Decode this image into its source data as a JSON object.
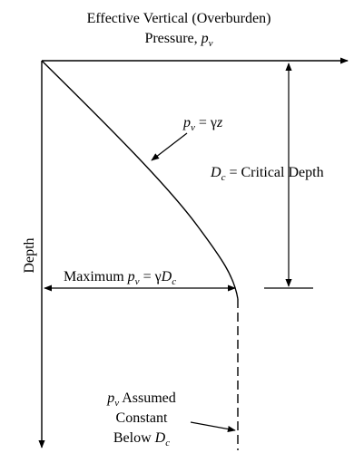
{
  "title": {
    "line1": "Effective Vertical (Overburden)",
    "line2_text": "Pressure, ",
    "symbol": "p",
    "symbol_sub": "v"
  },
  "axis": {
    "depth_label": "Depth"
  },
  "curve_label": {
    "lhs": "p",
    "lhs_sub": "v",
    "equals": " = ",
    "rhs_gamma": "γ",
    "rhs_z": "z"
  },
  "critical_depth_label": {
    "symbol": "D",
    "symbol_sub": "c",
    "text": " = Critical Depth"
  },
  "max_label": {
    "prefix": "Maximum ",
    "symbol": "p",
    "symbol_sub": "v",
    "equals": " = ",
    "gamma": "γ",
    "d": "D",
    "d_sub": "c"
  },
  "assumed_label": {
    "line1_symbol": "p",
    "line1_sub": "v",
    "line1_text": " Assumed",
    "line2": "Constant",
    "line3_text": "Below ",
    "line3_symbol": "D",
    "line3_sub": "c"
  },
  "colors": {
    "line": "#000000",
    "background": "#ffffff"
  }
}
